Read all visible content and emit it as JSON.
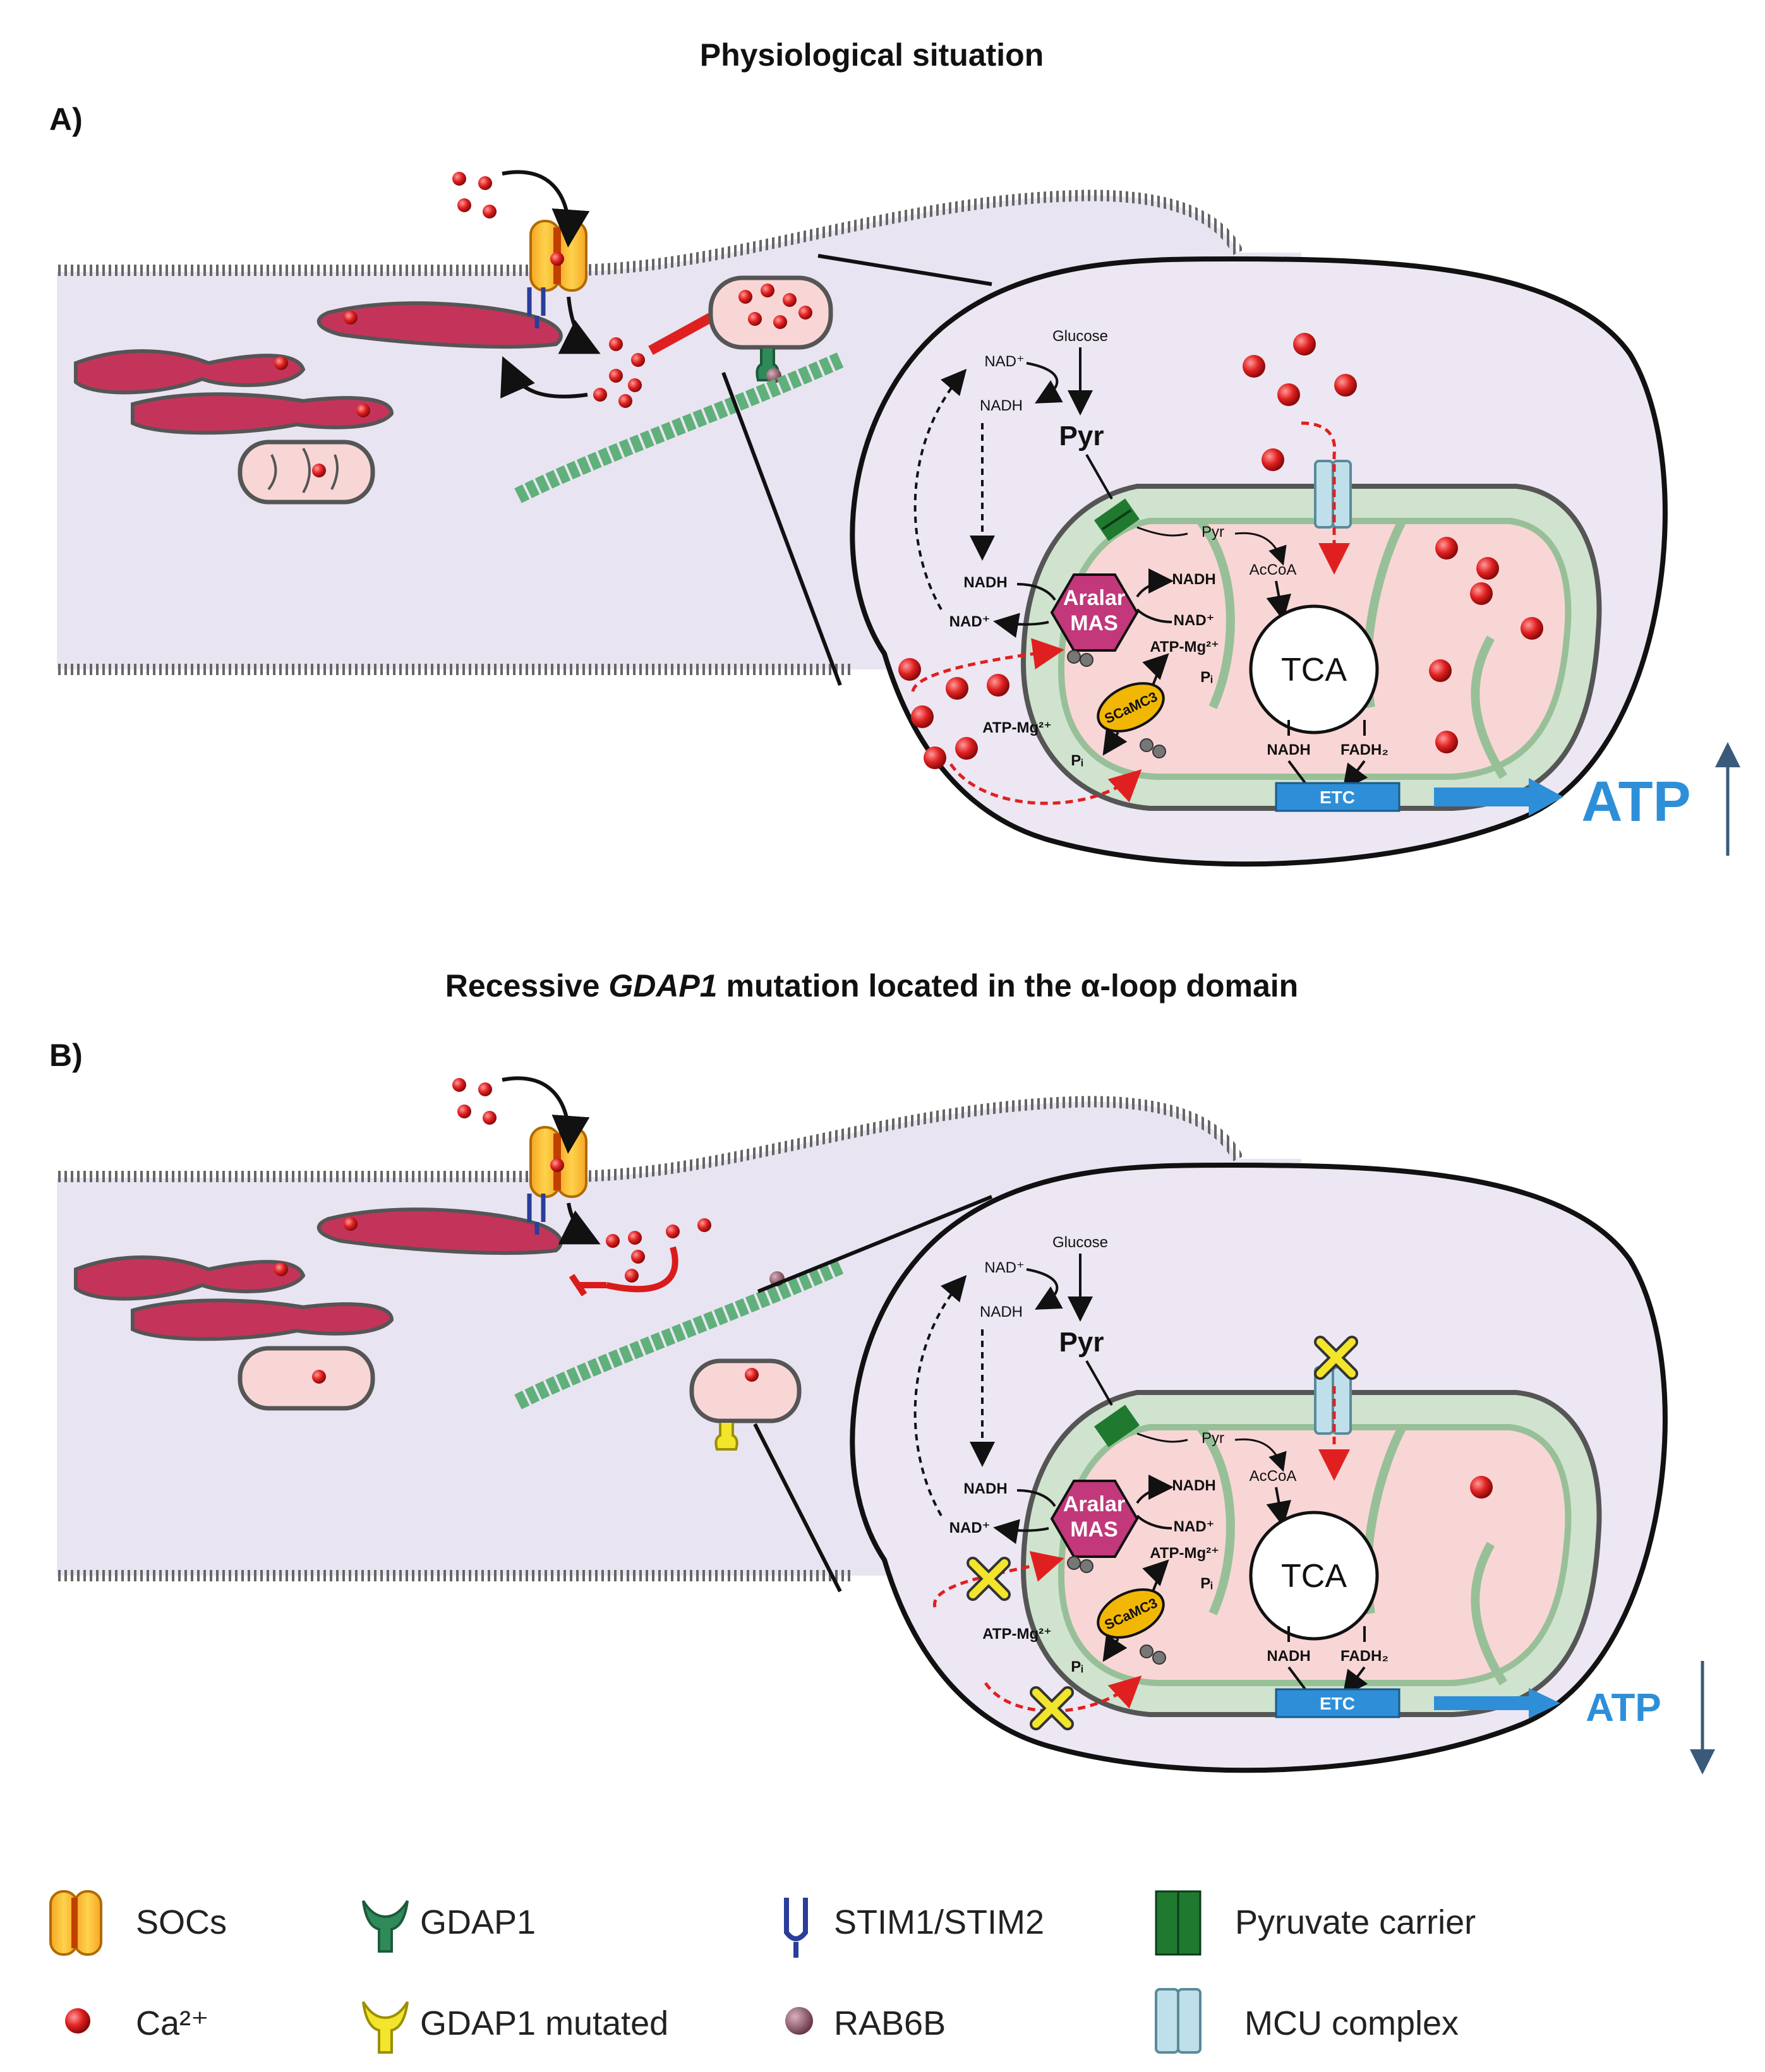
{
  "panels": [
    {
      "letter": "A)",
      "title": "Physiological situation",
      "atp_direction": "up"
    },
    {
      "letter": "B)",
      "title_parts": [
        "Recessive ",
        "GDAP1",
        " mutation located in the α-loop domain"
      ],
      "atp_direction": "down"
    }
  ],
  "metabolites": {
    "glucose": "Glucose",
    "nad_plus": "NAD⁺",
    "nadh": "NADH",
    "pyr_big": "Pyr",
    "pyr_small": "Pyr",
    "acetyl_coa": "AcCoA",
    "tca": "TCA",
    "etc": "ETC",
    "atp": "ATP",
    "atp_mg": "ATP-Mg²⁺",
    "pi": "Pᵢ",
    "fadh2": "FADH₂",
    "aralar_line1": "Aralar",
    "aralar_line2": "MAS",
    "scamc3": "SCaMC3"
  },
  "legend": [
    {
      "icon": "socs-icon",
      "label": "SOCs"
    },
    {
      "icon": "gdap1-icon",
      "label": "GDAP1"
    },
    {
      "icon": "stim-icon",
      "label": "STIM1/STIM2"
    },
    {
      "icon": "pyruvate-carrier-icon",
      "label": "Pyruvate carrier"
    },
    {
      "icon": "calcium-icon",
      "label": "Ca²⁺"
    },
    {
      "icon": "gdap1-mutated-icon",
      "label": "GDAP1 mutated"
    },
    {
      "icon": "rab6b-icon",
      "label": "RAB6B"
    },
    {
      "icon": "mcu-complex-icon",
      "label": "MCU complex"
    }
  ],
  "colors": {
    "cell": "#e9e4f1",
    "mito_outer": "#cfe3cf",
    "mito_matrix": "#f9d6d6",
    "calcium": "#e02020",
    "etc_box": "#2e8fd8",
    "arrow_atp": "#2e8fd8",
    "aralar": "#c2387a",
    "scamc3": "#f2b705",
    "gdap1": "#2f8a5a",
    "gdap1_mutated": "#f2e52b",
    "stim": "#2a3d9a",
    "pyruvate_carrier": "#1f7a2f",
    "mcu": "#bfe0ea",
    "er": "#c4345a",
    "rab6b": "#8a5a6a",
    "inhibit": "#d91b1b"
  }
}
